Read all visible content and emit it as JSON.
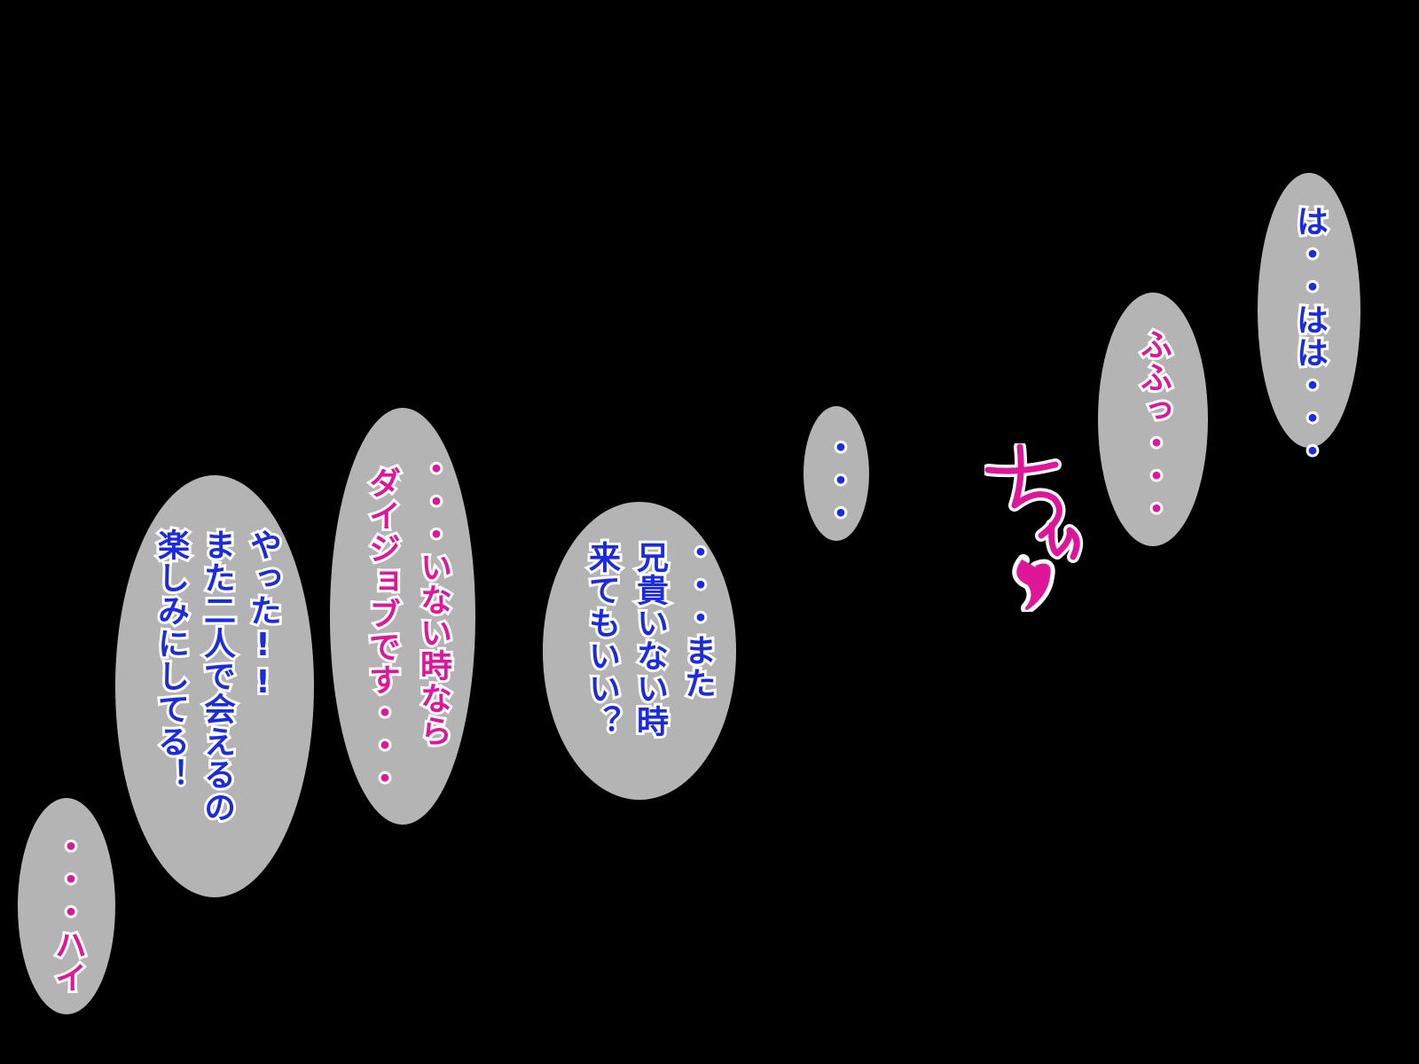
{
  "colors": {
    "background": "#000000",
    "bubble": "#b4b4b4",
    "text_outline": "#ffffff",
    "male_voice": "#1a2be0",
    "female_voice": "#e0169a"
  },
  "bubbles": {
    "b1": {
      "lines": [
        "は・・はは・・・"
      ],
      "voice": "male"
    },
    "b2": {
      "lines": [
        "ふふっ・・・"
      ],
      "voice": "female"
    },
    "b3": {
      "lines": [
        "・・・"
      ],
      "voice": "male"
    },
    "b4": {
      "lines": [
        "・・・また",
        "兄貴いない時",
        "来てもいい？"
      ],
      "voice": "male"
    },
    "b5": {
      "lines": [
        "・・・いない時なら",
        "ダイジョブです・・・"
      ],
      "voice": "female"
    },
    "b6": {
      "lines": [
        "やった!!",
        "また二人で会えるの",
        "楽しみにしてる！"
      ],
      "voice": "male"
    },
    "b7": {
      "lines": [
        "・・・ハイ"
      ],
      "voice": "female"
    }
  },
  "sound_effect": {
    "text": "ちゅ",
    "icon": "heart-icon"
  }
}
